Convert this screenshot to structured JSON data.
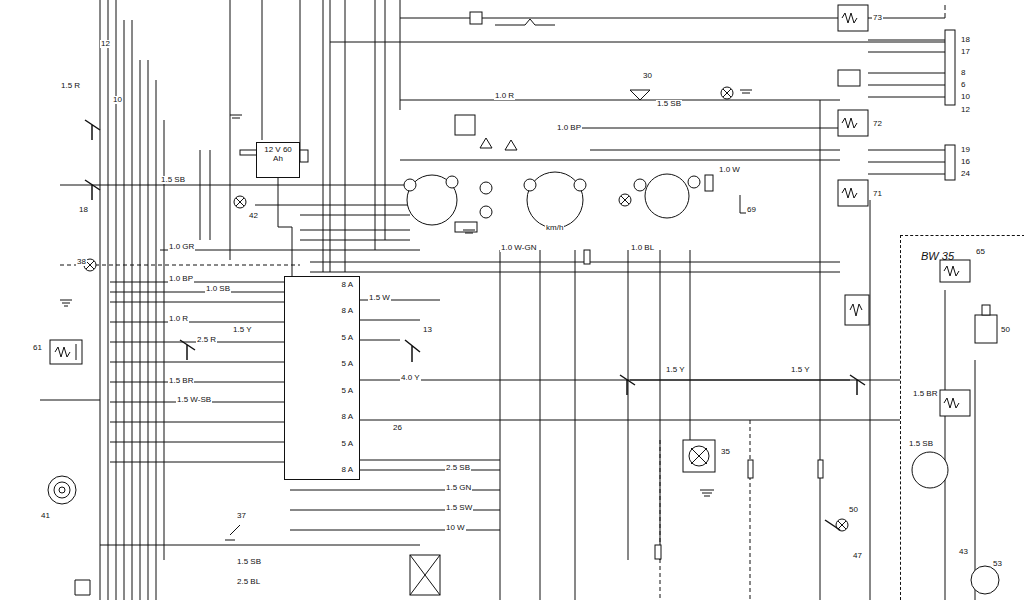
{
  "diagram": {
    "nodes": [
      {
        "text": [
          "12 V 60 Ah"
        ]
      },
      {
        "text": [
          "8 A",
          "8 A",
          "5 A",
          "5 A",
          "5 A",
          "8 A",
          "5 A",
          "8 A"
        ]
      },
      {
        "text": [
          "BW 35"
        ]
      }
    ],
    "edges": [
      {
        "from": 0,
        "to": 1,
        "arrow": "none"
      }
    ],
    "labels": [
      "10",
      "12",
      "1.5 R",
      "18",
      "1.5 SB",
      "42",
      "1.0 GR",
      "38",
      "1.0 BP",
      "1.0 SB",
      "1.0 R",
      "1.5 Y",
      "2.5 R",
      "1.5 BR",
      "1.5 W-SB",
      "61",
      "41",
      "37",
      "1.5 SB",
      "2.5 BL",
      "13",
      "26",
      "4.0 Y",
      "2.5 SB",
      "1.5 GN",
      "1.5 SW",
      "10 W",
      "1.5 W",
      "1.0 R",
      "1.0 BP",
      "km/h",
      "30",
      "1.5 SB",
      "1.0 W",
      "69",
      "1.0 W-GN",
      "1.0 BL",
      "1.5 Y",
      "1.5 Y",
      "35",
      "50",
      "47",
      "73",
      "72",
      "71",
      "18",
      "17",
      "8",
      "6",
      "10",
      "12",
      "19",
      "16",
      "24",
      "65",
      "50",
      "1.5 BR",
      "1.5 SB",
      "43",
      "53"
    ]
  }
}
